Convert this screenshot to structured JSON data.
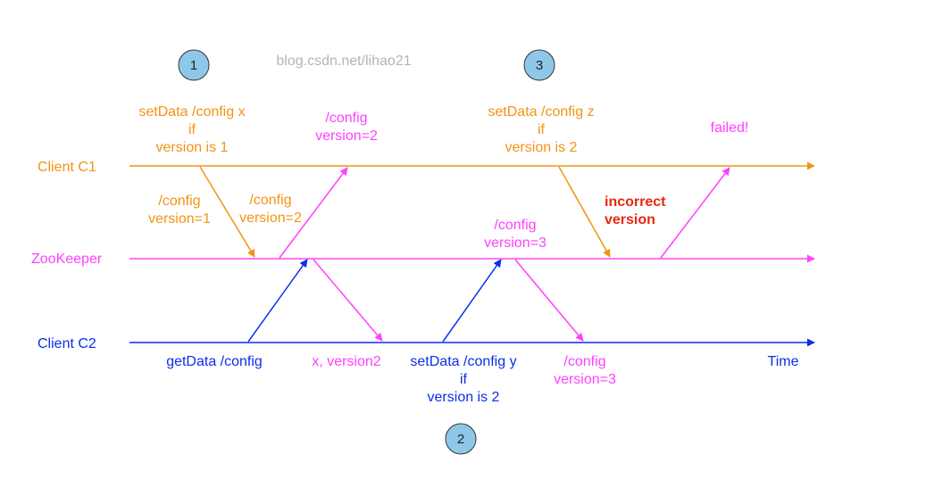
{
  "watermark": "blog.csdn.net/lihao21",
  "colors": {
    "client_c1": "#f39314",
    "zookeeper": "#ff40ff",
    "client_c2": "#0a2eea",
    "error": "#e8260e",
    "watermark": "#b4b4b4",
    "step_fill": "#8ec8e8",
    "step_stroke": "#333333"
  },
  "steps": [
    "1",
    "2",
    "3"
  ],
  "lanes": {
    "client_c1": "Client C1",
    "zookeeper": "ZooKeeper",
    "client_c2": "Client C2",
    "time": "Time"
  },
  "labels": {
    "set_x": [
      "setData /config x",
      "if",
      "version is 1"
    ],
    "req_v1": [
      "/config",
      "version=1"
    ],
    "resp_v2_zk": [
      "/config",
      "version=2"
    ],
    "resp_v2_c1": [
      "/config",
      "version=2"
    ],
    "set_z": [
      "setData /config z",
      "if",
      "version is 2"
    ],
    "failed": "failed!",
    "incorrect": [
      "incorrect",
      "version"
    ],
    "zk_v3": [
      "/config",
      "version=3"
    ],
    "get_data": "getData /config",
    "x_version2": "x, version2",
    "set_y": [
      "setData /config y",
      "if",
      "version is 2"
    ],
    "c2_v3": [
      "/config",
      "version=3"
    ]
  }
}
